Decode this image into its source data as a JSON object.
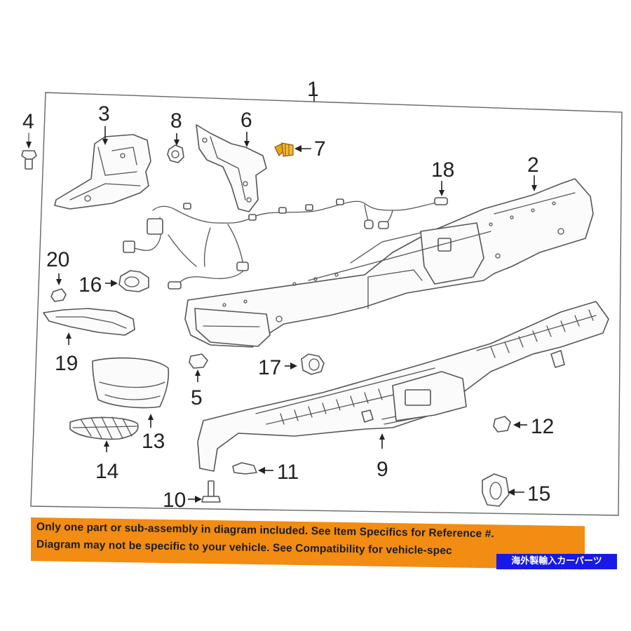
{
  "diagram": {
    "callouts": {
      "c1": "1",
      "c2": "2",
      "c3": "3",
      "c4": "4",
      "c5": "5",
      "c6": "6",
      "c7": "7",
      "c8": "8",
      "c9": "9",
      "c10": "10",
      "c11": "11",
      "c12": "12",
      "c13": "13",
      "c14": "14",
      "c15": "15",
      "c16": "16",
      "c17": "17",
      "c18": "18",
      "c19": "19",
      "c20": "20"
    },
    "highlighted_part": "7",
    "highlight_color": "#e8a317"
  },
  "banner": {
    "line1": "Only one part or sub-assembly in diagram included. See Item Specifics for Reference #.",
    "line2": "Diagram may not be specific to your vehicle. See Compatibility for vehicle-spec",
    "background": "#f28c12"
  },
  "badge": {
    "text": "海外製輸入カーパーツ",
    "background": "#1818e8"
  }
}
